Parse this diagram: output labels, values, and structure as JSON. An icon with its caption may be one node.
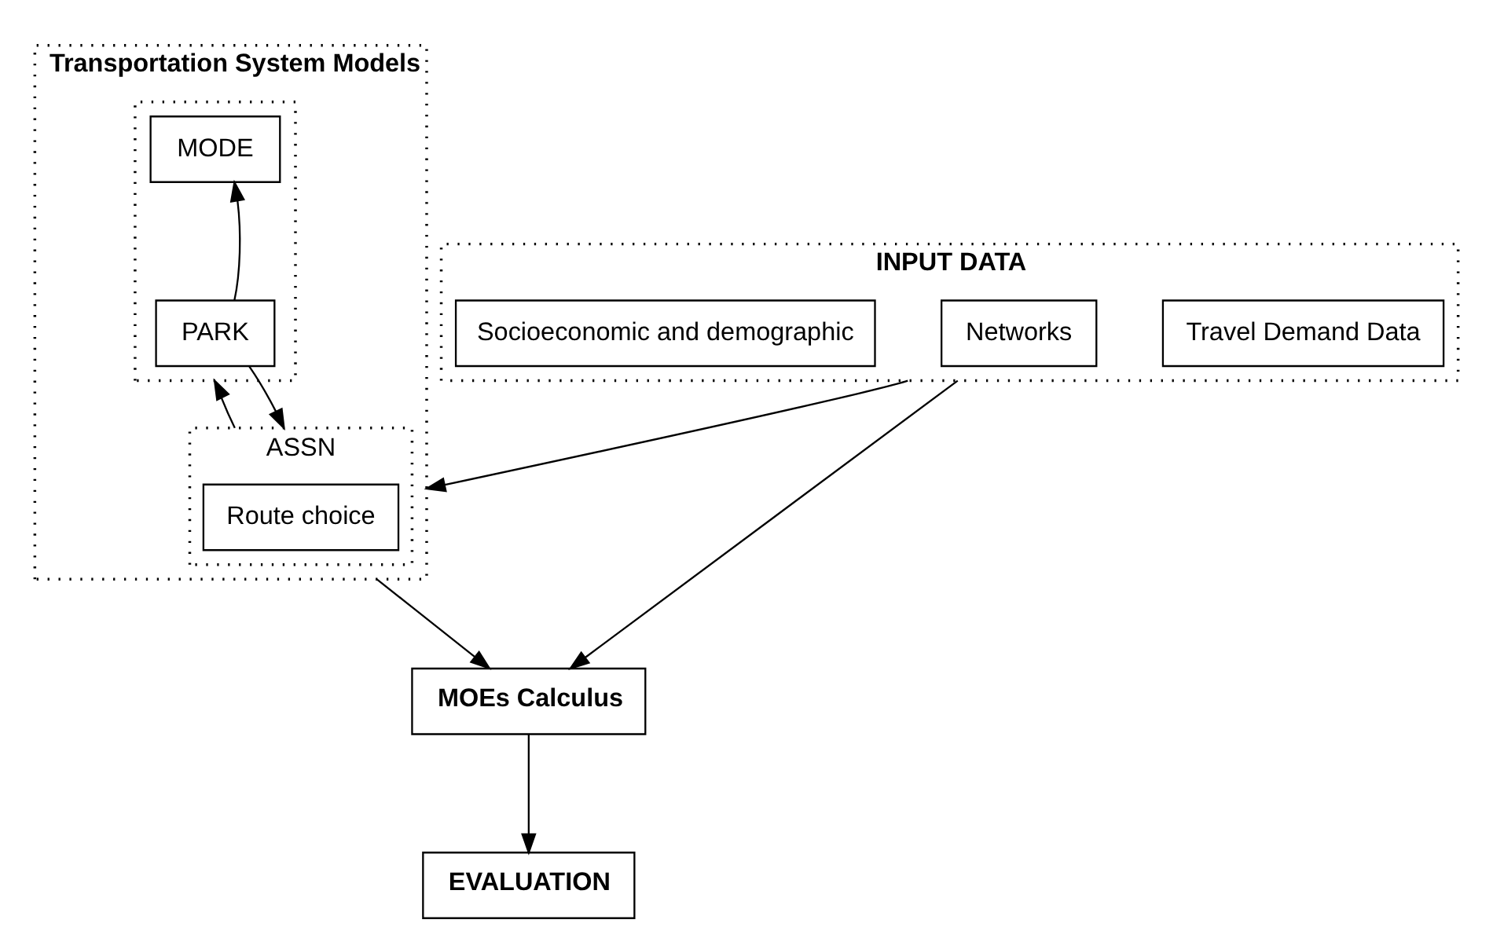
{
  "diagram": {
    "nodes": [
      {
        "text": [
          "INPUT DATA"
        ]
      },
      {
        "text": [
          "Socioeconomic and demographic"
        ],
        "in": 0
      },
      {
        "text": [
          "Networks"
        ],
        "in": 0
      },
      {
        "text": [
          "Travel Demand Data"
        ],
        "in": 0
      },
      {
        "text": [
          "Transportation System Models"
        ]
      },
      {
        "text": [],
        "shape": "box",
        "in": 4
      },
      {
        "text": [
          "MODE"
        ],
        "in": 5
      },
      {
        "text": [
          "PARK"
        ],
        "in": 5
      },
      {
        "text": [
          "ASSN"
        ],
        "in": 4
      },
      {
        "text": [
          "Route choice"
        ],
        "in": 8
      },
      {
        "text": [
          "MOEs Calculus"
        ]
      },
      {
        "text": [
          "EVALUATION"
        ]
      }
    ],
    "edges": [
      {
        "from": 0,
        "to": 4,
        "arrow": "to"
      },
      {
        "from": 0,
        "to": 10,
        "arrow": "to"
      },
      {
        "from": 4,
        "to": 10,
        "arrow": "to"
      },
      {
        "from": 10,
        "to": 11,
        "arrow": "to"
      },
      {
        "from": 7,
        "to": 6,
        "arrow": "to"
      },
      {
        "from": 7,
        "to": 8,
        "arrow": "to"
      },
      {
        "from": 8,
        "to": 5,
        "arrow": "to"
      }
    ]
  }
}
